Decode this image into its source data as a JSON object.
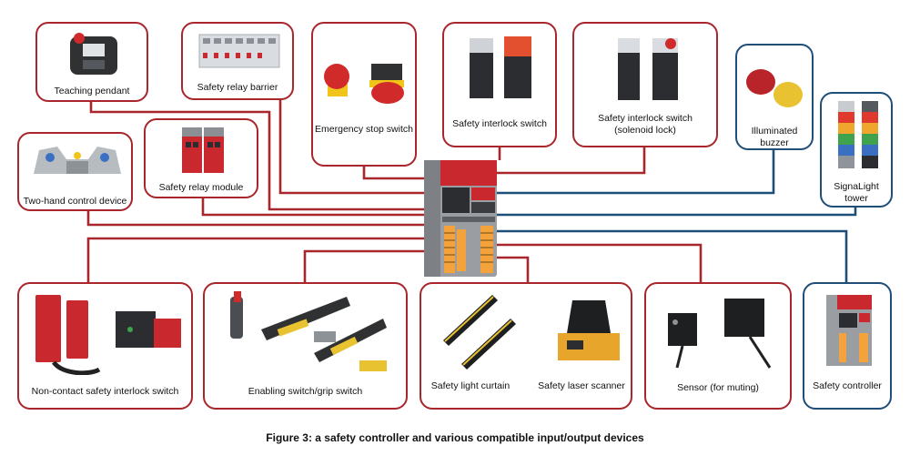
{
  "caption": "Figure 3: a safety controller and various compatible input/output devices",
  "colors": {
    "input_line": "#a8262c",
    "output_line": "#1f4e79",
    "controller_red": "#c8282e"
  },
  "devices": {
    "teaching_pendant": "Teaching pendant",
    "safety_relay_barrier": "Safety relay barrier",
    "emergency_stop_switch": "Emergency stop switch",
    "safety_interlock_switch": "Safety interlock switch",
    "safety_interlock_solenoid": "Safety interlock switch\n(solenoid lock)",
    "illuminated_buzzer": "Illuminated buzzer",
    "signalight_tower": "SignaLight tower",
    "two_hand_control": "Two-hand control device",
    "safety_relay_module": "Safety relay module",
    "non_contact_interlock": "Non-contact safety interlock switch",
    "enabling_switch": "Enabling switch/grip switch",
    "safety_light_curtain": "Safety light curtain",
    "safety_laser_scanner": "Safety laser scanner",
    "sensor_muting": "Sensor (for muting)",
    "safety_controller": "Safety controller"
  }
}
